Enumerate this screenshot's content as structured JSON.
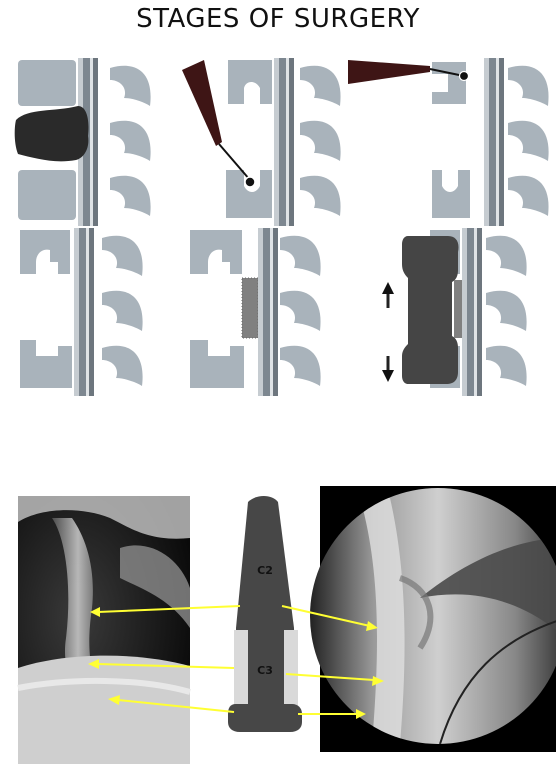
{
  "title": "STAGES OF SURGERY",
  "labels": {
    "c2": "C2",
    "c3": "C3"
  },
  "colors": {
    "bone": "#a9b3bb",
    "cord": "#7d8790",
    "tumor": "#2a2a2a",
    "instrument": "#3e1515",
    "implant": "#454545",
    "graft": "#808080",
    "arrow": "#ffff33"
  },
  "icons": [
    "drill-icon",
    "up-arrow-icon",
    "down-arrow-icon"
  ]
}
